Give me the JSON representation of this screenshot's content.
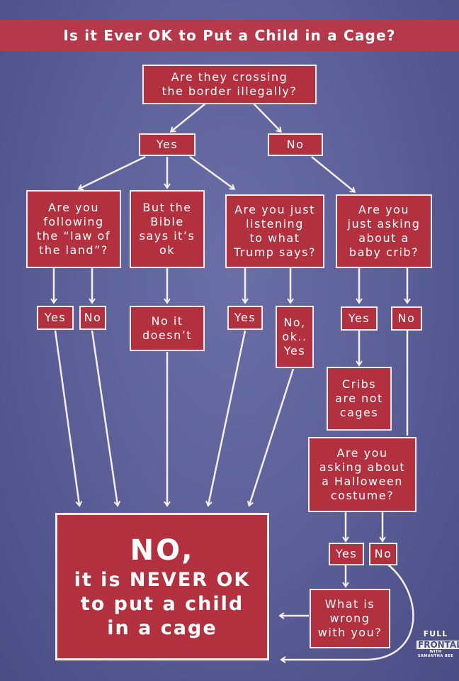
{
  "title": "Is it Ever OK to Put a Child in a Cage?",
  "colors": {
    "box": "#b3303f",
    "banner": "#b5394a",
    "background": "#5a5d96",
    "line": "#f4eeee"
  },
  "nodes": {
    "q_border": "Are they crossing\nthe border illegally?",
    "yes_top": "Yes",
    "no_top": "No",
    "q_law": "Are you\nfollowing\nthe “law of\nthe land”?",
    "q_bible": "But the\nBible\nsays it’s\nok",
    "q_trump": "Are you just\nlistening\nto what\nTrump says?",
    "q_crib": "Are you\njust asking\nabout a\nbaby crib?",
    "law_yes": "Yes",
    "law_no": "No",
    "bible_no": "No it\ndoesn’t",
    "trump_yes": "Yes",
    "trump_no_ok_yes": "No,\nok..\nYes",
    "crib_yes": "Yes",
    "crib_no": "No",
    "cribs_not_cages": "Cribs\nare not\ncages",
    "q_halloween": "Are you\nasking about\na Halloween\ncostume?",
    "halloween_yes": "Yes",
    "halloween_no": "No",
    "what_wrong": "What is\nwrong\nwith you?"
  },
  "final": {
    "big": "NO,",
    "rest": "it is NEVER OK\nto put a child\nin a cage"
  },
  "logo": {
    "line1": "FULL",
    "line2": "FRONTAL",
    "line3": "WITH SAMANTHA BEE"
  }
}
